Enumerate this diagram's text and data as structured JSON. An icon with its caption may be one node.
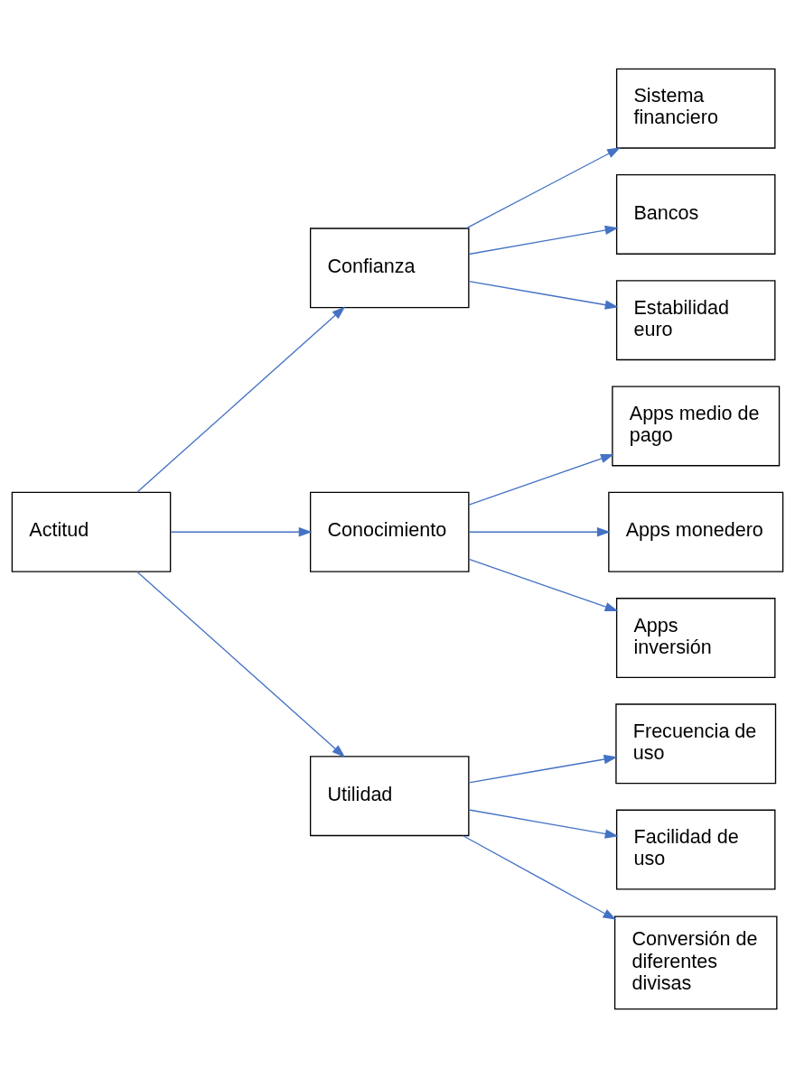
{
  "diagram": {
    "nodes": [
      {
        "text": [
          "Actitud"
        ]
      },
      {
        "text": [
          "Confianza"
        ]
      },
      {
        "text": [
          "Sistema financiero"
        ]
      },
      {
        "text": [
          "Bancos"
        ]
      },
      {
        "text": [
          "Estabilidad euro"
        ]
      },
      {
        "text": [
          "Conocimiento"
        ]
      },
      {
        "text": [
          "Apps medio de pago"
        ]
      },
      {
        "text": [
          "Apps monedero"
        ]
      },
      {
        "text": [
          "Apps inversión"
        ]
      },
      {
        "text": [
          "Utilidad"
        ]
      },
      {
        "text": [
          "Frecuencia de uso"
        ]
      },
      {
        "text": [
          "Facilidad de uso"
        ]
      },
      {
        "text": [
          "Conversión de diferentes divisas"
        ]
      }
    ],
    "edges": [
      {
        "from": 0,
        "to": 1,
        "arrow": "to"
      },
      {
        "from": 0,
        "to": 5,
        "arrow": "to"
      },
      {
        "from": 0,
        "to": 9,
        "arrow": "to"
      },
      {
        "from": 1,
        "to": 2,
        "arrow": "to"
      },
      {
        "from": 1,
        "to": 3,
        "arrow": "to"
      },
      {
        "from": 1,
        "to": 4,
        "arrow": "to"
      },
      {
        "from": 5,
        "to": 6,
        "arrow": "to"
      },
      {
        "from": 5,
        "to": 7,
        "arrow": "to"
      },
      {
        "from": 5,
        "to": 8,
        "arrow": "to"
      },
      {
        "from": 9,
        "to": 10,
        "arrow": "to"
      },
      {
        "from": 9,
        "to": 11,
        "arrow": "to"
      },
      {
        "from": 9,
        "to": 12,
        "arrow": "to"
      }
    ]
  }
}
